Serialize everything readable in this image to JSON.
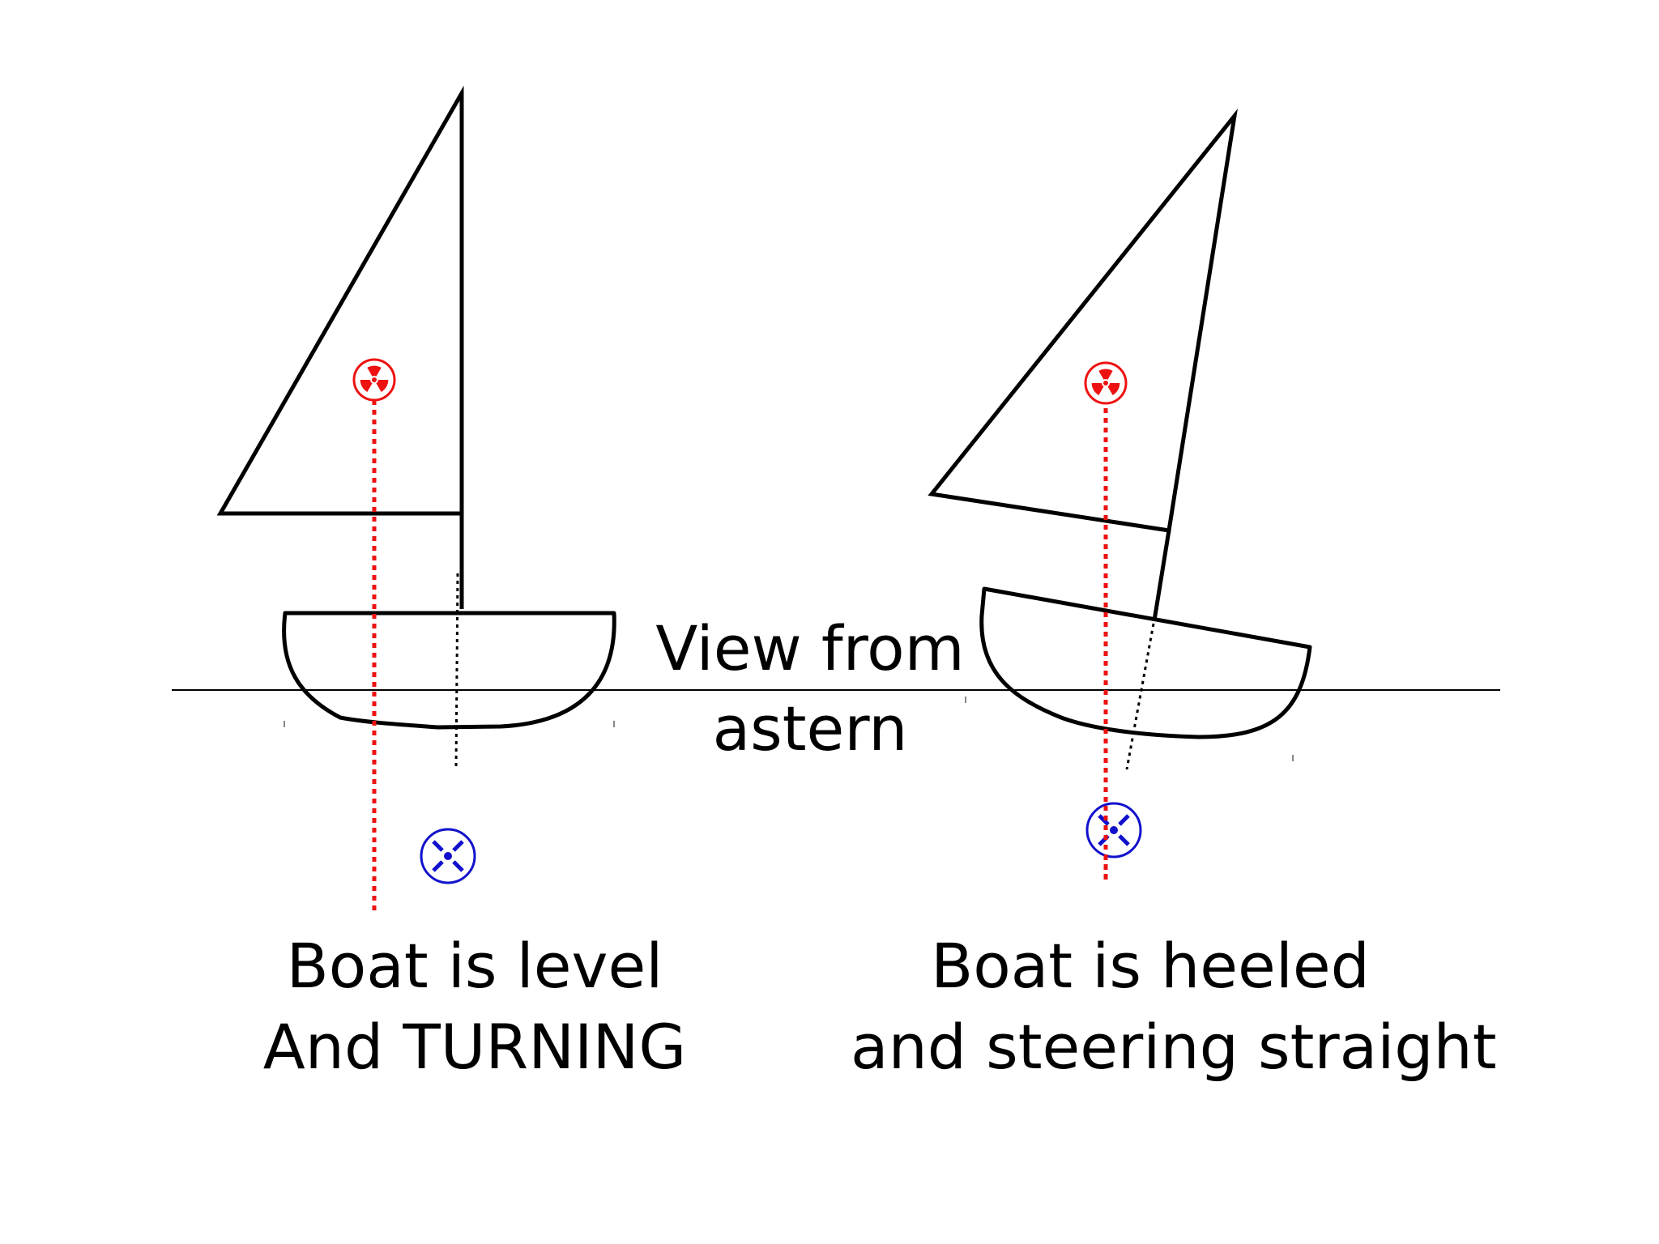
{
  "labels": {
    "view_line1": "View from",
    "view_line2": "astern",
    "left_line1": "Boat is level",
    "left_line2": "And TURNING",
    "right_line1": "Boat is heeled",
    "right_line2": "and steering straight"
  },
  "colors": {
    "outline": "#000000",
    "center_of_effort": "#ee1111",
    "center_of_lateral_resistance": "#1111cc",
    "background": "#ffffff"
  },
  "icons": {
    "sail_center": "radiation-trefoil-icon",
    "hull_center": "crossed-circle-icon"
  }
}
